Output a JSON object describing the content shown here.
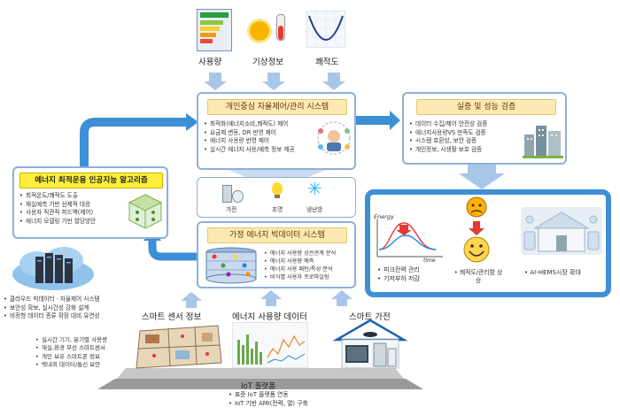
{
  "inputs": {
    "usage": "사용량",
    "weather": "기상정보",
    "comfort": "쾌적도"
  },
  "control_system": {
    "title": "개인중심 자율제어/관리 시스템",
    "items": [
      "최적화(에너지소비,쾌적도) 제어",
      "요금제 변동, DR 반영 제어",
      "에너지 사용량 반영 제어",
      "실시간 에너지 사용/예측 정보 제공"
    ]
  },
  "algorithm": {
    "title": "에너지 최적운용 인공지능 알고리즘",
    "items": [
      "최적온도/쾌적도 도출",
      "재실예측 기반 선제적 대응",
      "사용자 직관적 피드백(제어)",
      "에너지 모델링 기반 할당방안"
    ]
  },
  "verification": {
    "title": "실증 및 성능 검증",
    "items": [
      "데이터 수집/제어 안전성 검증",
      "에너지사용량VS 만족도 검증",
      "시스템 호환성, 보안 검증",
      "개인정보, 사생활 보호 검증"
    ]
  },
  "devices": {
    "appliance": "가전",
    "lighting": "조명",
    "hvac": "냉난방"
  },
  "bigdata": {
    "title": "가정 에너지 빅데이터 시스템",
    "items": [
      "에너지 사용량 상관관계 분석",
      "에너지 사용량 예측",
      "에너지 사용 패턴/특성 분석",
      "비식별 사용자 프로파일링"
    ]
  },
  "cloud": {
    "items": [
      "클라우드 빅데이터 · 자율제어 시스템",
      "보안성 확보, 실시간성 강화 설계",
      "비정형 데이터 종류 확장 대비 유연성"
    ]
  },
  "results": {
    "energy_label": "Energy",
    "time_label": "time",
    "peak": "피크전력 관리",
    "base": "기저부하 저감",
    "comfort": "쾌적도/관리함 상승",
    "market": "AI-HEMS시장 확대"
  },
  "sources": {
    "sensor": "스마트 센서 정보",
    "energy": "에너지 사용량 데이터",
    "appliance": "스마트 가전"
  },
  "sensor_items": [
    "실시간 기기, 분기별 사용량",
    "재실,환경 무선 스마트센서",
    "개인 보유 스마트폰 정보",
    "택내외 데이터/통신 보안"
  ],
  "iot": {
    "title": "IoT 플랫폼",
    "items": [
      "표준 IoT 플랫폼 연동",
      "IoT 기반 AMI(전력, 열) 구축"
    ]
  },
  "colors": {
    "arrow": "#a8c6e8",
    "panel_border": "#8fb0d8",
    "highlight_blue": "#3d8fd6",
    "accent_yellow": "#ffef3a"
  }
}
